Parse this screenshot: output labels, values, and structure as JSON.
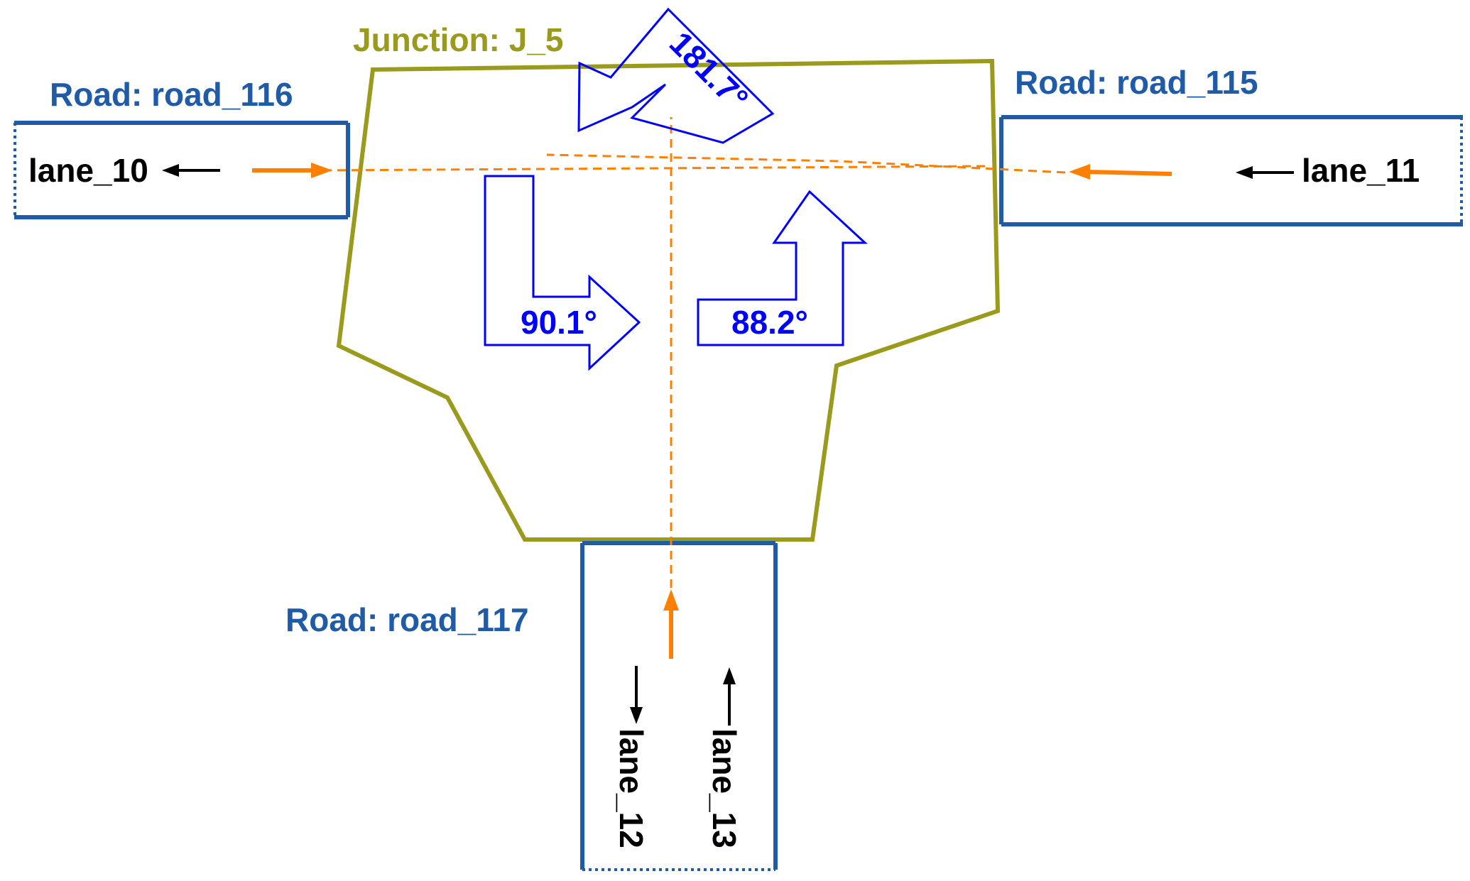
{
  "colors": {
    "road": "#1f5ba7",
    "junction": "#9a9a1c",
    "angle": "#0000ff",
    "flow": "#ff8000",
    "lane": "#000000"
  },
  "junction": {
    "label": "Junction:  J_5"
  },
  "roads": {
    "road_116": {
      "label": "Road:  road_116"
    },
    "road_115": {
      "label": "Road:  road_115"
    },
    "road_117": {
      "label": "Road:  road_117"
    }
  },
  "lanes": {
    "lane_10": "lane_10",
    "lane_11": "lane_11",
    "lane_12": "lane_12",
    "lane_13": "lane_13"
  },
  "angles": {
    "u_turn": "181.7°",
    "right_turn": "90.1°",
    "left_turn": "88.2°"
  }
}
